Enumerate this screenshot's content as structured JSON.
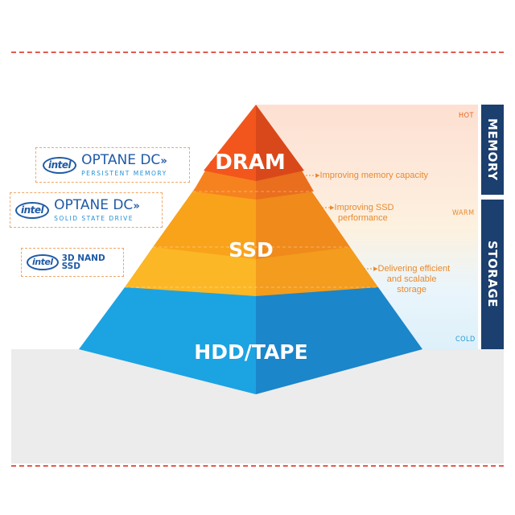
{
  "tiers": {
    "dram": "DRAM",
    "ssd": "SSD",
    "hdd": "HDD/TAPE"
  },
  "badges": {
    "optane_pm": {
      "intel": "intel",
      "brand": "OPTANE DC",
      "sub": "PERSISTENT MEMORY"
    },
    "optane_ssd": {
      "intel": "intel",
      "brand": "OPTANE DC",
      "sub": "SOLID STATE DRIVE"
    },
    "nand": {
      "intel": "intel",
      "brand": "3D NAND SSD"
    }
  },
  "notes": {
    "memory_capacity": "Improving memory capacity",
    "ssd_performance_1": "Improving SSD",
    "ssd_performance_2": "performance",
    "efficient_1": "Delivering efficient",
    "efficient_2": "and scalable",
    "efficient_3": "storage"
  },
  "temperature": {
    "hot": "HOT",
    "warm": "WARM",
    "cold": "COLD"
  },
  "side_labels": {
    "memory": "MEMORY",
    "storage": "STORAGE"
  },
  "colors": {
    "dram": "#f05a1e",
    "optane": "#f7931e",
    "ssd": "#f9a21a",
    "nand": "#fbb726",
    "hdd": "#1e9ad8",
    "side_bar": "#1b3f6e",
    "note": "#e88a2e"
  }
}
